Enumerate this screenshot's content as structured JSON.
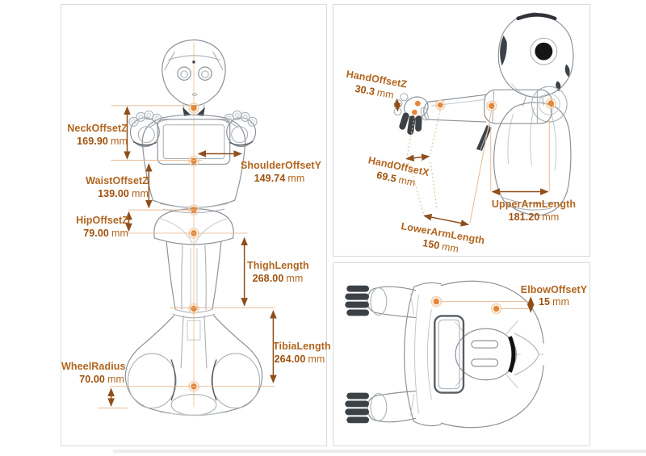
{
  "colors": {
    "panel_border": "#dcdcdc",
    "label_text": "#b2651e",
    "value_text": "#a0520d",
    "dimension_arrow": "#8f4f1c",
    "connector_line": "#e7bb97",
    "joint_dot": "#e5873a",
    "robot_outline": "#aab0b6",
    "robot_dark_accent": "#3c4146"
  },
  "panels": {
    "front_view": {
      "measurements": [
        {
          "label": "NeckOffsetZ",
          "value": "169.90",
          "unit": "mm"
        },
        {
          "label": "WaistOffsetZ",
          "value": "139.00",
          "unit": "mm"
        },
        {
          "label": "HipOffsetZ",
          "value": "79.00",
          "unit": "mm"
        },
        {
          "label": "ShoulderOffsetY",
          "value": "149.74",
          "unit": "mm"
        },
        {
          "label": "ThighLength",
          "value": "268.00",
          "unit": "mm"
        },
        {
          "label": "TibiaLength",
          "value": "264.00",
          "unit": "mm"
        },
        {
          "label": "WheelRadius",
          "value": "70.00",
          "unit": "mm"
        }
      ]
    },
    "side_view": {
      "measurements": [
        {
          "label": "HandOffsetZ",
          "value": "30.3",
          "unit": "mm"
        },
        {
          "label": "HandOffsetX",
          "value": "69.5",
          "unit": "mm"
        },
        {
          "label": "LowerArmLength",
          "value": "150",
          "unit": "mm"
        },
        {
          "label": "UpperArmLength",
          "value": "181.20",
          "unit": "mm"
        }
      ]
    },
    "top_view": {
      "measurements": [
        {
          "label": "ElbowOffsetY",
          "value": "15",
          "unit": "mm"
        }
      ]
    }
  }
}
